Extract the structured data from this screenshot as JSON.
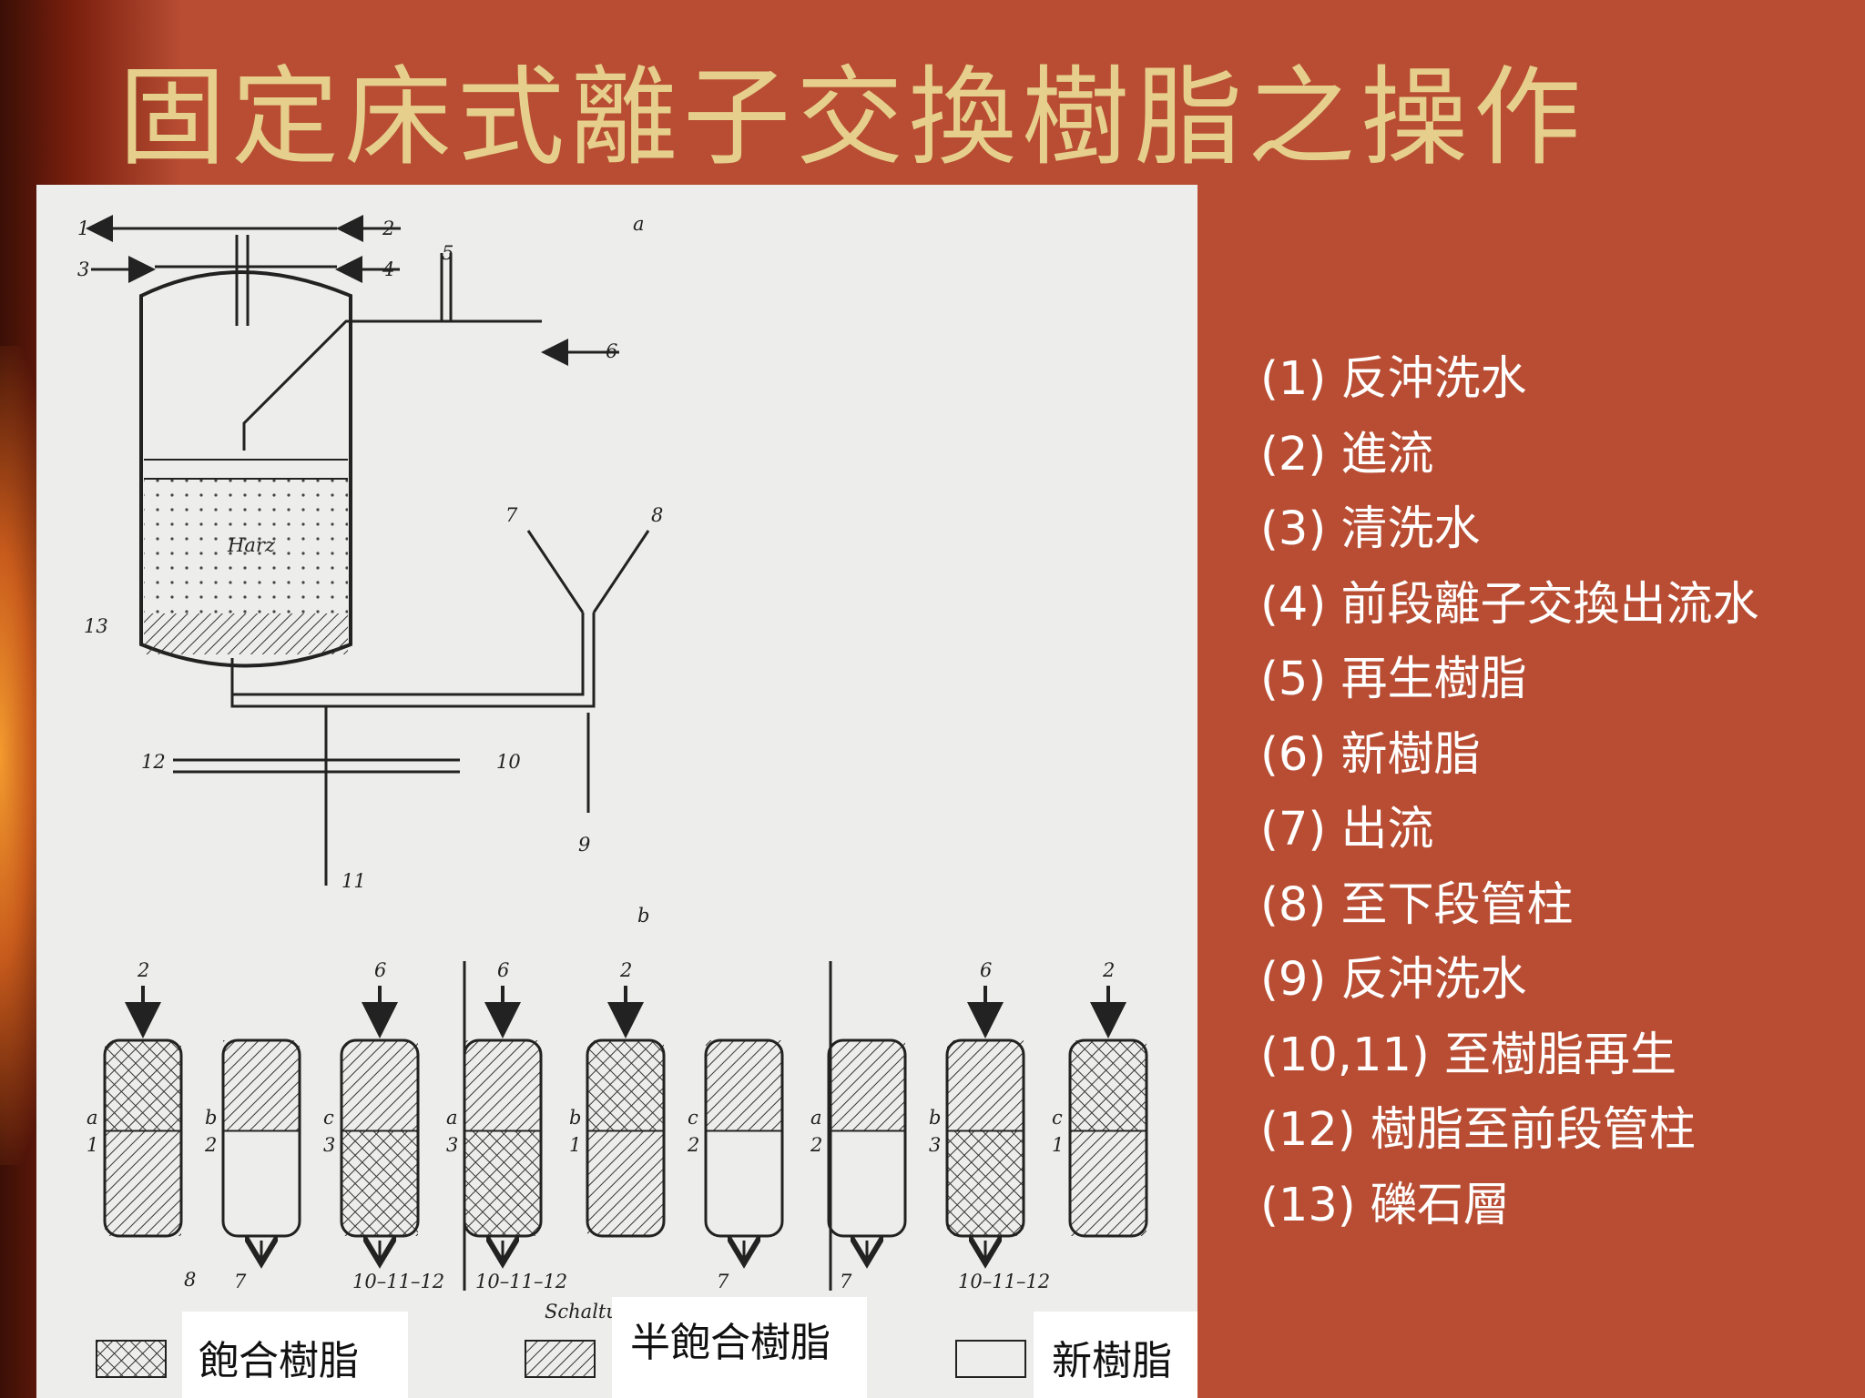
{
  "slide": {
    "title": "固定床式離子交換樹脂之操作"
  },
  "diagram": {
    "panel_a_label": "a",
    "panel_b_label": "b",
    "resin_label": "Harz",
    "top_diagram_numbers": [
      "1",
      "2",
      "3",
      "4",
      "5",
      "6",
      "7",
      "8",
      "9",
      "10",
      "11",
      "12",
      "13"
    ],
    "columns": [
      {
        "feed": "2",
        "letter": "a",
        "number": "1",
        "out": ""
      },
      {
        "feed": "",
        "letter": "b",
        "number": "2",
        "out": "7"
      },
      {
        "feed": "6",
        "letter": "c",
        "number": "3",
        "out": "10–11–12"
      },
      {
        "feed": "6",
        "letter": "a",
        "number": "3",
        "out": "10–11–12"
      },
      {
        "feed": "2",
        "letter": "b",
        "number": "1",
        "out": ""
      },
      {
        "feed": "",
        "letter": "c",
        "number": "2",
        "out": "7"
      },
      {
        "feed": "",
        "letter": "a",
        "number": "2",
        "out": "7"
      },
      {
        "feed": "6",
        "letter": "b",
        "number": "3",
        "out": "10–11–12"
      },
      {
        "feed": "2",
        "letter": "c",
        "number": "1",
        "out": ""
      }
    ],
    "connector_labels": [
      "8"
    ],
    "caption_fragment": "Schaltu",
    "legend_items": [
      {
        "pattern": "saturated",
        "label": "飽合樹脂"
      },
      {
        "pattern": "half",
        "label": "半飽合樹脂"
      },
      {
        "pattern": "fresh",
        "label": "新樹脂"
      }
    ]
  },
  "legend_list": [
    "(1) 反沖洗水",
    "(2) 進流",
    "(3) 清洗水",
    "(4) 前段離子交換出流水",
    "(5) 再生樹脂",
    "(6) 新樹脂",
    "(7) 出流",
    "(8) 至下段管柱",
    "(9) 反沖洗水",
    "(10,11) 至樹脂再生",
    "(12) 樹脂至前段管柱",
    "(13) 礫石層"
  ],
  "colors": {
    "background": "#b84d33",
    "title": "#e6cf8c",
    "list_text": "#ffffff",
    "diagram_paper": "#ededeb"
  }
}
